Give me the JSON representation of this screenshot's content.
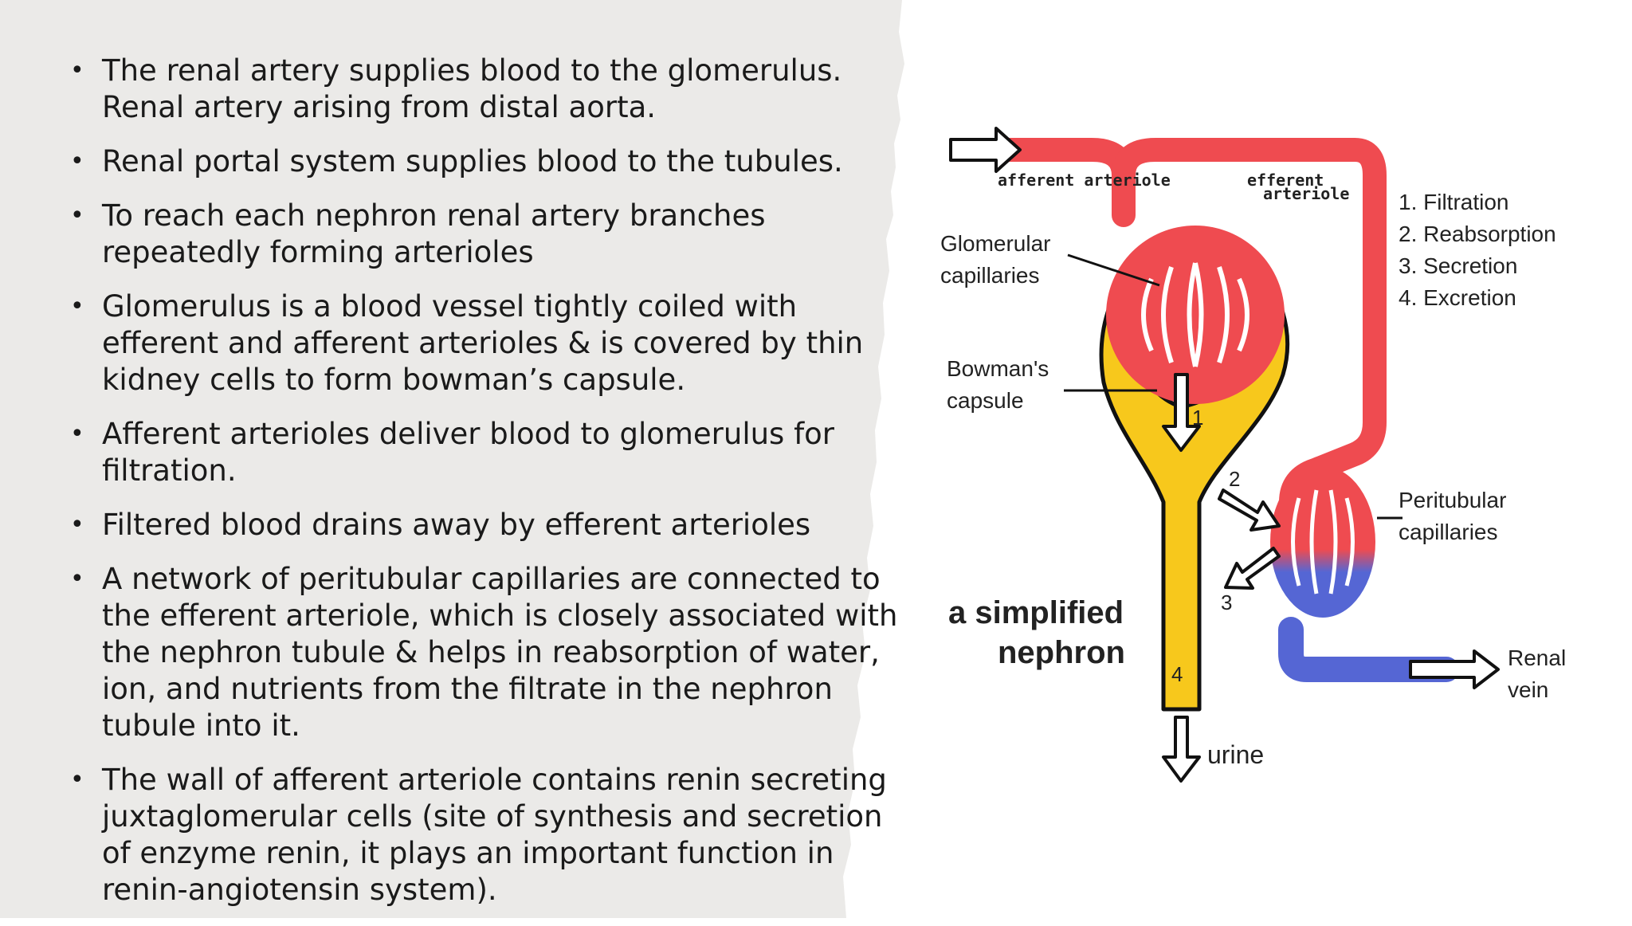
{
  "bullets": [
    "The renal artery supplies blood to the glomerulus. Renal artery arising from distal aorta.",
    "Renal portal system supplies blood to the tubules.",
    "To reach each nephron renal artery branches repeatedly forming arterioles",
    "Glomerulus is a blood vessel tightly coiled with efferent and afferent arterioles & is covered by thin kidney cells to form bowman’s capsule.",
    "Afferent arterioles deliver blood to glomerulus for filtration.",
    "Filtered blood drains away by efferent arterioles",
    "A network of peritubular capillaries are connected to the efferent arteriole, which is closely associated with the nephron tubule & helps in reabsorption of water, ion, and nutrients from the filtrate in the nephron tubule into it.",
    "The wall of afferent arteriole contains renin secreting juxtaglomerular cells (site of synthesis and secretion of enzyme renin, it plays an important function in renin-angiotensin system)."
  ],
  "diagram": {
    "afferent_label": "afferent arteriole",
    "efferent_label_1": "efferent",
    "efferent_label_2": "arteriole",
    "glomerular_1": "Glomerular",
    "glomerular_2": "capillaries",
    "bowman_1": "Bowman's",
    "bowman_2": "capsule",
    "steps": [
      "1. Filtration",
      "2. Reabsorption",
      "3. Secretion",
      "4. Excretion"
    ],
    "peritubular_1": "Peritubular",
    "peritubular_2": "capillaries",
    "title_1": "a simplified",
    "title_2": "nephron",
    "renal_1": "Renal",
    "renal_2": "vein",
    "urine": "urine",
    "num_1": "1",
    "num_2": "2",
    "num_3": "3",
    "num_4": "4"
  },
  "colors": {
    "panel_gray": "#ebeae8",
    "blood_red": "#ef4b50",
    "blood_blue": "#5566d4",
    "tubule_yellow": "#f7c81c"
  }
}
